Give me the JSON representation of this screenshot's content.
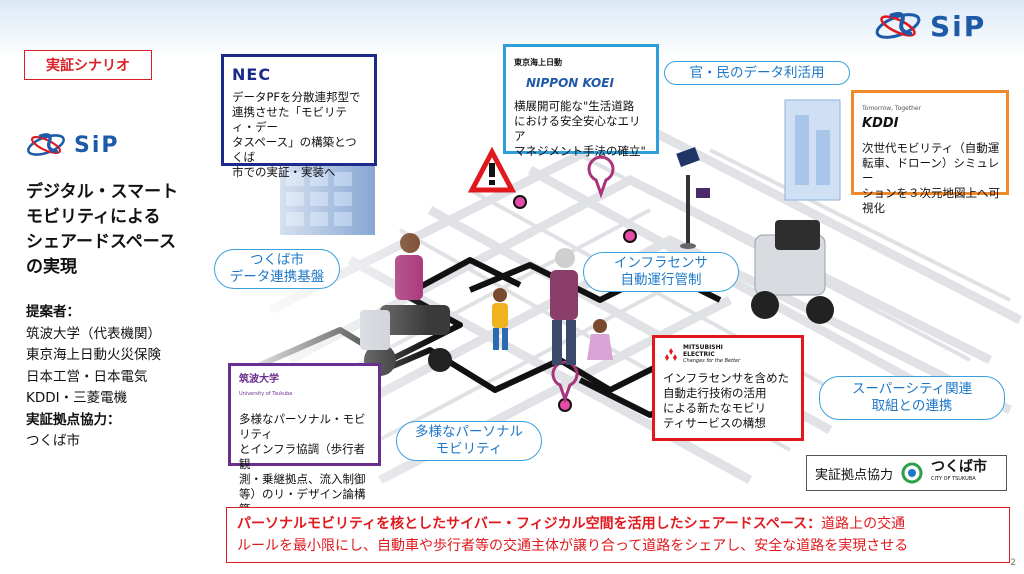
{
  "header": {
    "sip_logo_text": "SiP",
    "scenario_tag": "実証シナリオ"
  },
  "left_panel": {
    "sip_logo_text": "SiP",
    "title_lines": [
      "デジタル・スマート",
      "モビリティによる",
      "シェアードスペース",
      "の実現"
    ],
    "proposer_label": "提案者：",
    "proposers": [
      "筑波大学（代表機関）",
      "東京海上日動火災保険",
      "日本工営・日本電気",
      "KDDI・三菱電機"
    ],
    "site_label": "実証拠点協力：",
    "site": "つくば市"
  },
  "boxes": {
    "nec": {
      "logo": "NEC",
      "lines": [
        "データPFを分散連邦型で",
        "連携させた「モビリティ・デー",
        "タスペース」の構築とつくば",
        "市での実証・実装へ"
      ]
    },
    "koei": {
      "logo_top": "東京海上日動",
      "logo_bottom": "NIPPON KOEI",
      "lines": [
        "横展開可能な\"生活道路",
        "における安全安心なエリア",
        "マネジメント手法の確立\""
      ]
    },
    "kddi": {
      "logo_small": "Tomorrow, Together",
      "logo": "KDDI",
      "lines": [
        "次世代モビリティ（自動運",
        "転車、ドローン）シミュレー",
        "ションを３次元地図上へ可",
        "視化"
      ]
    },
    "tsukuba": {
      "logo": "筑波大学",
      "logo_sub": "University of Tsukuba",
      "lines": [
        "多様なパーソナル・モビリティ",
        "とインフラ協調（歩行者観",
        "測・乗継拠点、流入制御",
        "等）のリ・デザイン論構築"
      ]
    },
    "mitsubishi": {
      "logo_line1": "MITSUBISHI",
      "logo_line2": "ELECTRIC",
      "logo_slogan": "Changes for the Better",
      "lines": [
        "インフラセンサを含めた",
        "自動走行技術の活用",
        "による新たなモビリ",
        "ティサービスの構想"
      ]
    }
  },
  "pills": {
    "data_use": [
      "官・民のデータ利活用"
    ],
    "tsukuba_platform": [
      "つくば市",
      "データ連携基盤"
    ],
    "infra_sensor": [
      "インフラセンサ",
      "自動運行管制"
    ],
    "personal_mobility": [
      "多様なパーソナル",
      "モビリティ"
    ],
    "super_city": [
      "スーパーシティ関連",
      "取組との連携"
    ]
  },
  "site_box": {
    "label": "実証拠点協力",
    "city": "つくば市",
    "city_en": "CITY OF TSUKUBA"
  },
  "banner": {
    "emphasis": "パーソナルモビリティを核としたサイバー・フィジカル空間を活用したシェアードスペース：",
    "text1": "道路上の交通",
    "text2": "ルールを最小限にし、自動車や歩行者等の交通主体が譲り合って道路をシェアし、安全な道路を実現させる"
  },
  "page_number": "2",
  "colors": {
    "sip_blue": "#1e5aa8",
    "nec_navy": "#1c2a8c",
    "koei_blue": "#2e9fda",
    "kddi_orange": "#ef8a2c",
    "tsukuba_purple": "#6a2e8e",
    "mitsubishi_red": "#e0191e",
    "pill_blue": "#1e78c8"
  }
}
